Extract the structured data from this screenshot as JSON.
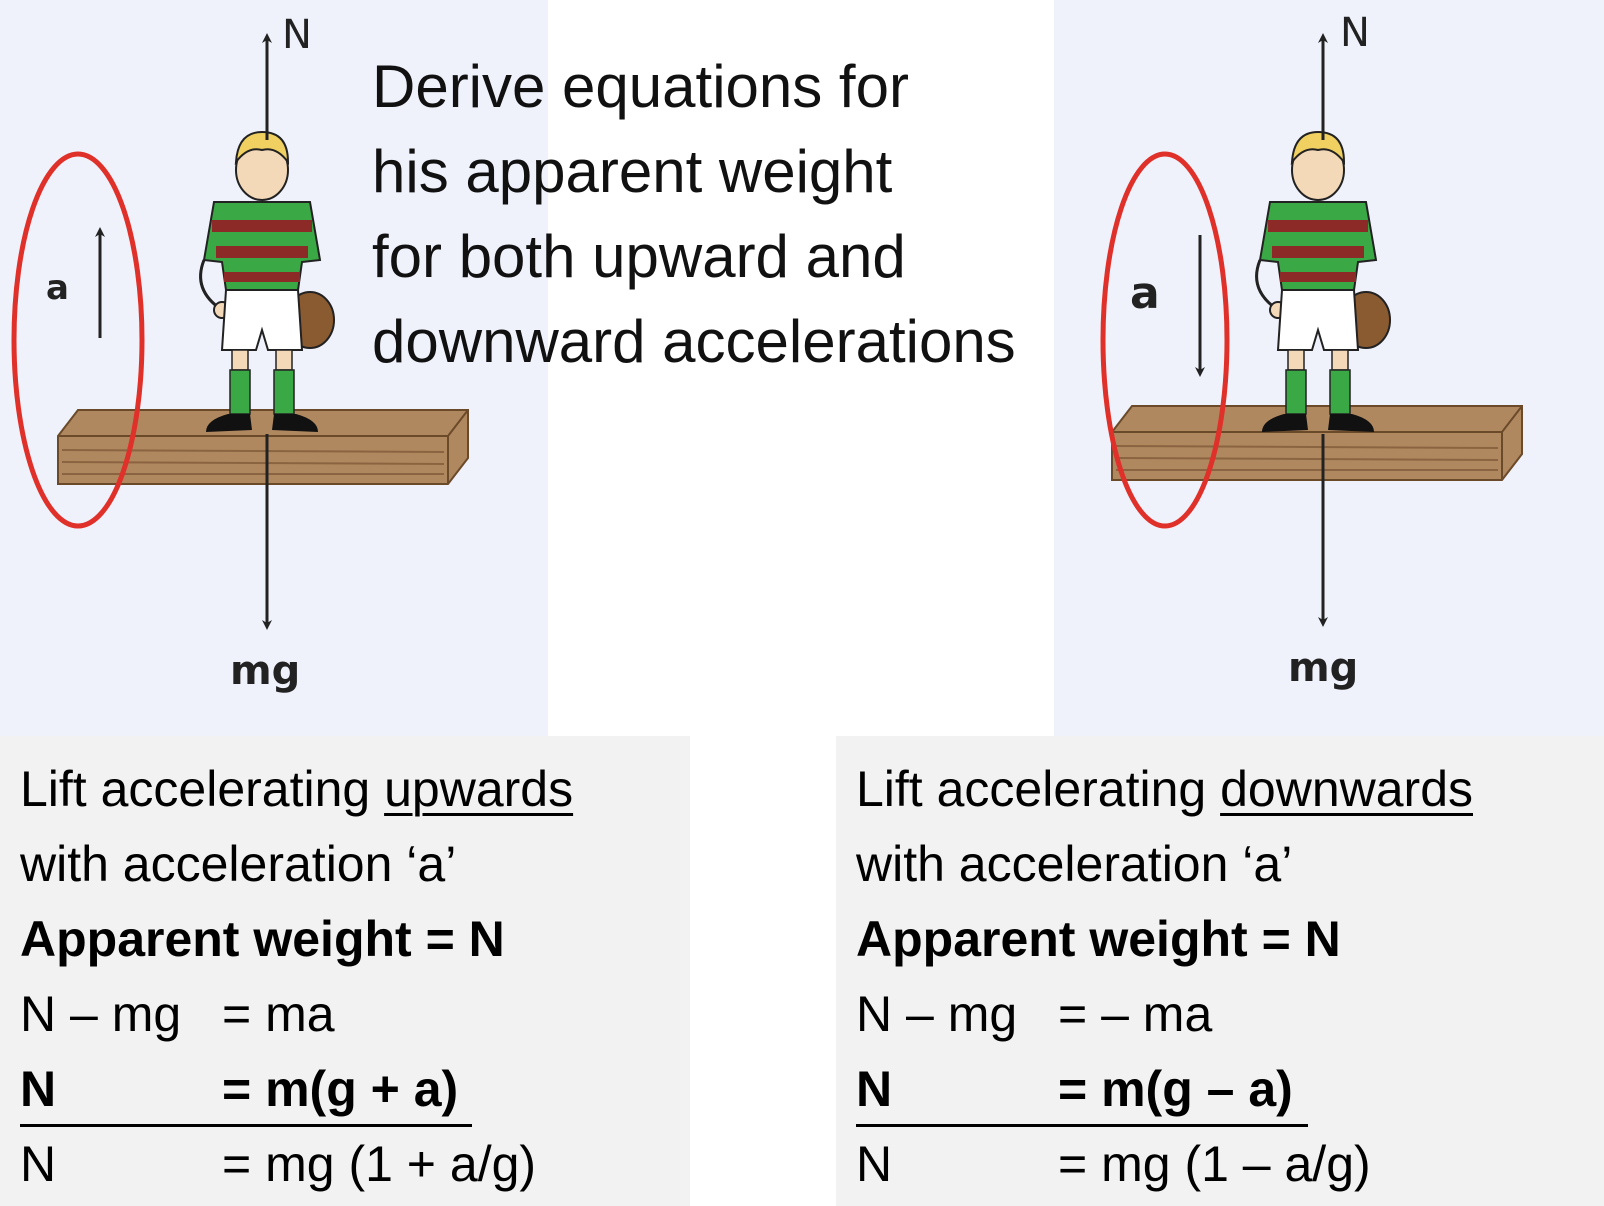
{
  "title": {
    "lines": [
      "Derive equations for",
      "his apparent weight",
      "for both upward and",
      "downward accelerations"
    ]
  },
  "diagrams": {
    "left": {
      "accel_label": "a",
      "up_force_label": "N",
      "down_force_label": "mg",
      "accel_direction": "up"
    },
    "right": {
      "accel_label": "a",
      "up_force_label": "N",
      "down_force_label": "mg",
      "accel_direction": "down"
    }
  },
  "boxes": {
    "left": {
      "line1_prefix": "Lift accelerating ",
      "line1_underlined": "upwards",
      "line2": "with acceleration ‘a’",
      "line3": "Apparent weight = N",
      "eq1_lhs": "N – mg",
      "eq1_rhs": "= ma",
      "eq2_lhs": "N",
      "eq2_rhs": "= m(g + a)",
      "eq3_lhs": "N",
      "eq3_rhs": "= mg (1 + a/g)"
    },
    "right": {
      "line1_prefix": "Lift accelerating ",
      "line1_underlined": "downwards",
      "line2": "with acceleration ‘a’",
      "line3": "Apparent weight = N",
      "eq1_lhs": "N – mg",
      "eq1_rhs": "=  – ma",
      "eq2_lhs": "N",
      "eq2_rhs": "= m(g – a)",
      "eq3_lhs": "N",
      "eq3_rhs": "= mg (1 – a/g)"
    }
  },
  "colors": {
    "highlight_ellipse": "#e0302a",
    "panel_background": "#eff2fb",
    "box_background": "#f2f2f2",
    "shirt_green": "#3aa845",
    "shirt_red": "#8c2a28",
    "wood": "#b08860"
  }
}
